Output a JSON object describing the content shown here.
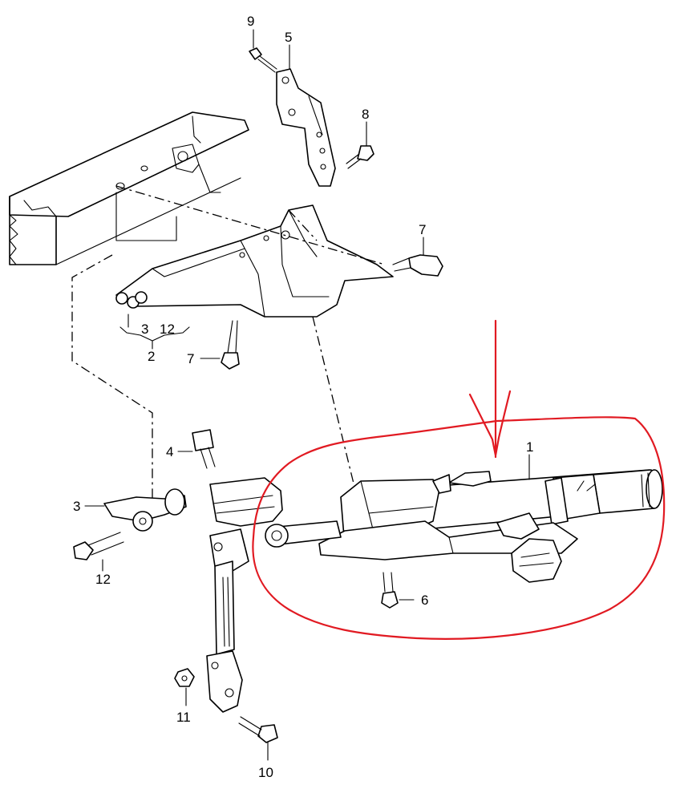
{
  "callouts": {
    "c1": "1",
    "c2": "2",
    "c3_left": "3",
    "c3_group": "3",
    "c12_group": "12",
    "c4": "4",
    "c5": "5",
    "c6": "6",
    "c7_top": "7",
    "c7_mid": "7",
    "c8": "8",
    "c9": "9",
    "c10": "10",
    "c11": "11",
    "c12_bottom": "12"
  },
  "colors": {
    "line": "#000000",
    "annotation": "#e11a22",
    "background": "#ffffff"
  },
  "icons": {
    "annotation_arrow": "red-down-arrow-icon",
    "annotation_outline": "red-freehand-circle"
  }
}
